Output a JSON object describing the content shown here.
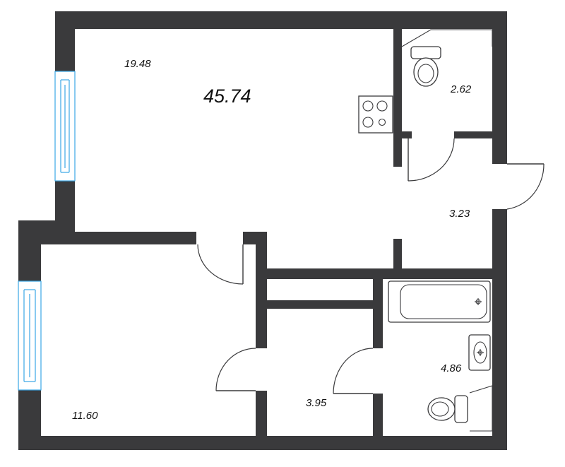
{
  "total_area": "45.74",
  "rooms": {
    "kitchen_living": "19.48",
    "toilet": "2.62",
    "hallway": "3.23",
    "bedroom": "11.60",
    "closet": "3.95",
    "bathroom": "4.86"
  },
  "colors": {
    "wall": "#3a3a3c",
    "window": "#3aa7e6",
    "background": "#ffffff"
  },
  "icons": [
    "window-icon",
    "door-icon",
    "stove-icon",
    "toilet-icon",
    "bathtub-icon",
    "sink-icon"
  ]
}
